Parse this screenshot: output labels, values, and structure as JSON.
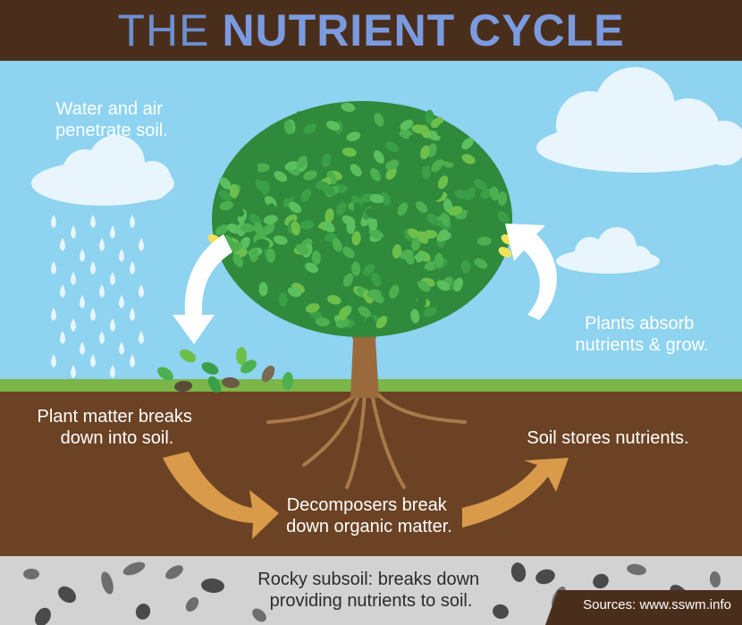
{
  "title": {
    "light": "THE",
    "bold": "NUTRIENT CYCLE"
  },
  "captions": {
    "water": [
      "Water and air",
      "penetrate soil."
    ],
    "absorb": [
      "Plants absorb",
      "nutrients & grow."
    ],
    "breaks": [
      "Plant matter breaks",
      "down into soil."
    ],
    "decomposers": [
      "Decomposers break",
      "down organic matter."
    ],
    "stores": [
      "Soil stores nutrients."
    ],
    "rocky": [
      "Rocky subsoil: breaks down",
      "providing nutrients to soil."
    ]
  },
  "sources": "Sources: www.sswm.info",
  "colors": {
    "title_bar": "#4a2e1c",
    "sky": "#8ed3f0",
    "grass": "#7ab648",
    "soil": "#6b4224",
    "subsoil": "#d2d2d2",
    "trunk": "#9a6a3c",
    "leaf": "#3a9f46",
    "arrow_soil": "#d99a4a",
    "arrow_sky": "#ffffff"
  },
  "icons": [
    "tree-icon",
    "cloud-icon",
    "raindrop-icon",
    "leaf-icon",
    "rock-icon",
    "arrow-icon"
  ]
}
